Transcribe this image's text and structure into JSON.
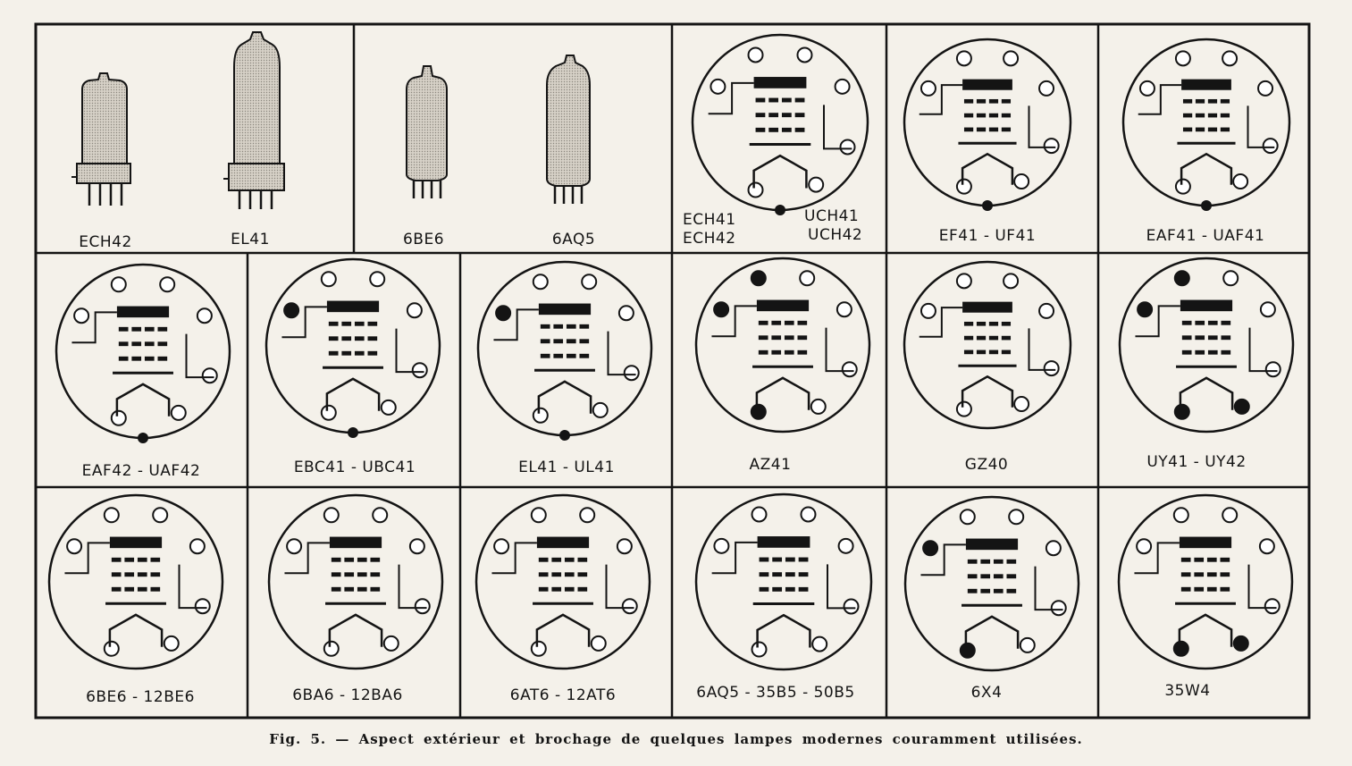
{
  "tube_outlines": [
    {
      "label": "ECH42",
      "shape": "octal-base-bulb"
    },
    {
      "label": "EL41",
      "shape": "tall-bulb-with-base"
    },
    {
      "label": "6BE6",
      "shape": "miniature-7-pin"
    },
    {
      "label": "6AQ5",
      "shape": "miniature-7-pin-tall"
    }
  ],
  "pinout_cells": [
    {
      "labels": [
        "ECH41",
        "ECH42",
        "UCH41",
        "UCH42"
      ],
      "key": "bottom"
    },
    {
      "labels": [
        "EF41 - UF41"
      ],
      "key": "bottom"
    },
    {
      "labels": [
        "EAF41 - UAF41"
      ],
      "key": "bottom"
    },
    {
      "labels": [
        "EAF42 - UAF42"
      ],
      "key": "bottom"
    },
    {
      "labels": [
        "EBC41 - UBC41"
      ],
      "key": "bottom"
    },
    {
      "labels": [
        "EL41 - UL41"
      ],
      "key": "bottom"
    },
    {
      "labels": [
        "AZ41"
      ],
      "key": "none"
    },
    {
      "labels": [
        "GZ40"
      ],
      "key": "none"
    },
    {
      "labels": [
        "UY41 - UY42"
      ],
      "key": "none"
    },
    {
      "labels": [
        "6BE6 - 12BE6"
      ],
      "key": "none"
    },
    {
      "labels": [
        "6BA6 - 12BA6"
      ],
      "key": "none"
    },
    {
      "labels": [
        "6AT6 - 12AT6"
      ],
      "key": "none"
    },
    {
      "labels": [
        "6AQ5 - 35B5 - 50B5"
      ],
      "key": "none"
    },
    {
      "labels": [
        "6X4"
      ],
      "key": "none"
    },
    {
      "labels": [
        "35W4"
      ],
      "key": "none"
    }
  ],
  "caption": "Fig. 5. — Aspect extérieur et brochage de quelques lampes modernes couramment utilisées.",
  "colors": {
    "paper": "#f4f1ea",
    "ink": "#141414",
    "tube_fill": "#c9c4bb"
  }
}
